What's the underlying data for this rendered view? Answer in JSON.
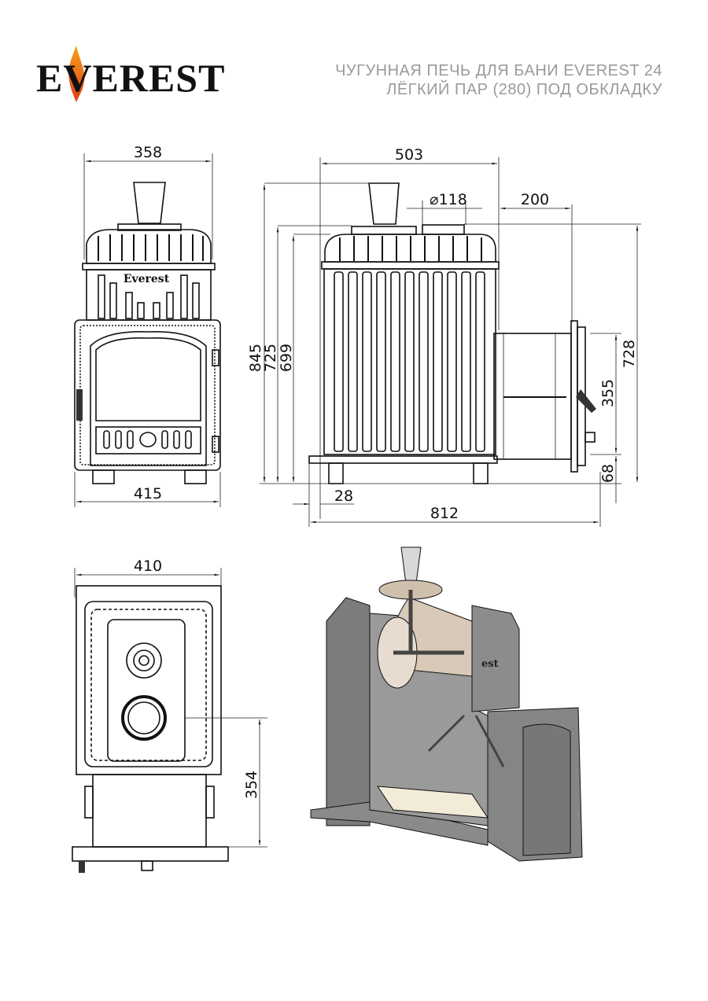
{
  "logo": {
    "text": "EVEREST",
    "accent": "#e8541c"
  },
  "title": {
    "line1": "ЧУГУННАЯ ПЕЧЬ ДЛЯ БАНИ EVEREST 24",
    "line2": "ЛЁГКИЙ ПАР (280) ПОД ОБКЛАДКУ"
  },
  "front_view": {
    "width_top": "358",
    "width_bottom": "415",
    "brand_plate": "Everest"
  },
  "side_view": {
    "depth": "503",
    "chimney_diameter": "⌀118",
    "tunnel_length": "200",
    "height_total": "845",
    "height_top": "725",
    "height_body": "699",
    "height_tunnel_door": "728",
    "door_height": "355",
    "door_offset": "68",
    "leg_offset": "28",
    "length_total": "812"
  },
  "top_view": {
    "width": "410",
    "tunnel_offset": "354"
  },
  "cutaway_view": {
    "brand_plate": "est"
  }
}
